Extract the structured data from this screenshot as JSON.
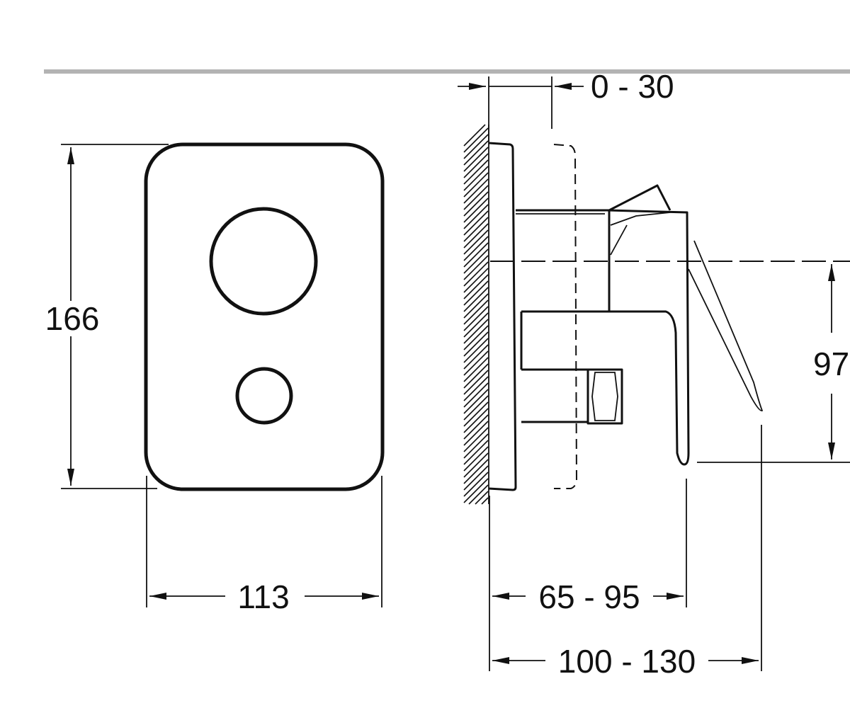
{
  "dimensions": {
    "front_height": "166",
    "front_width": "113",
    "wall_adjust": "0 - 30",
    "outlet_height": "97",
    "outlet_projection": "65 - 95",
    "lever_projection": "100 - 130"
  },
  "colors": {
    "line": "#111111",
    "top_rule": "#b3b3b3",
    "background": "#ffffff"
  }
}
